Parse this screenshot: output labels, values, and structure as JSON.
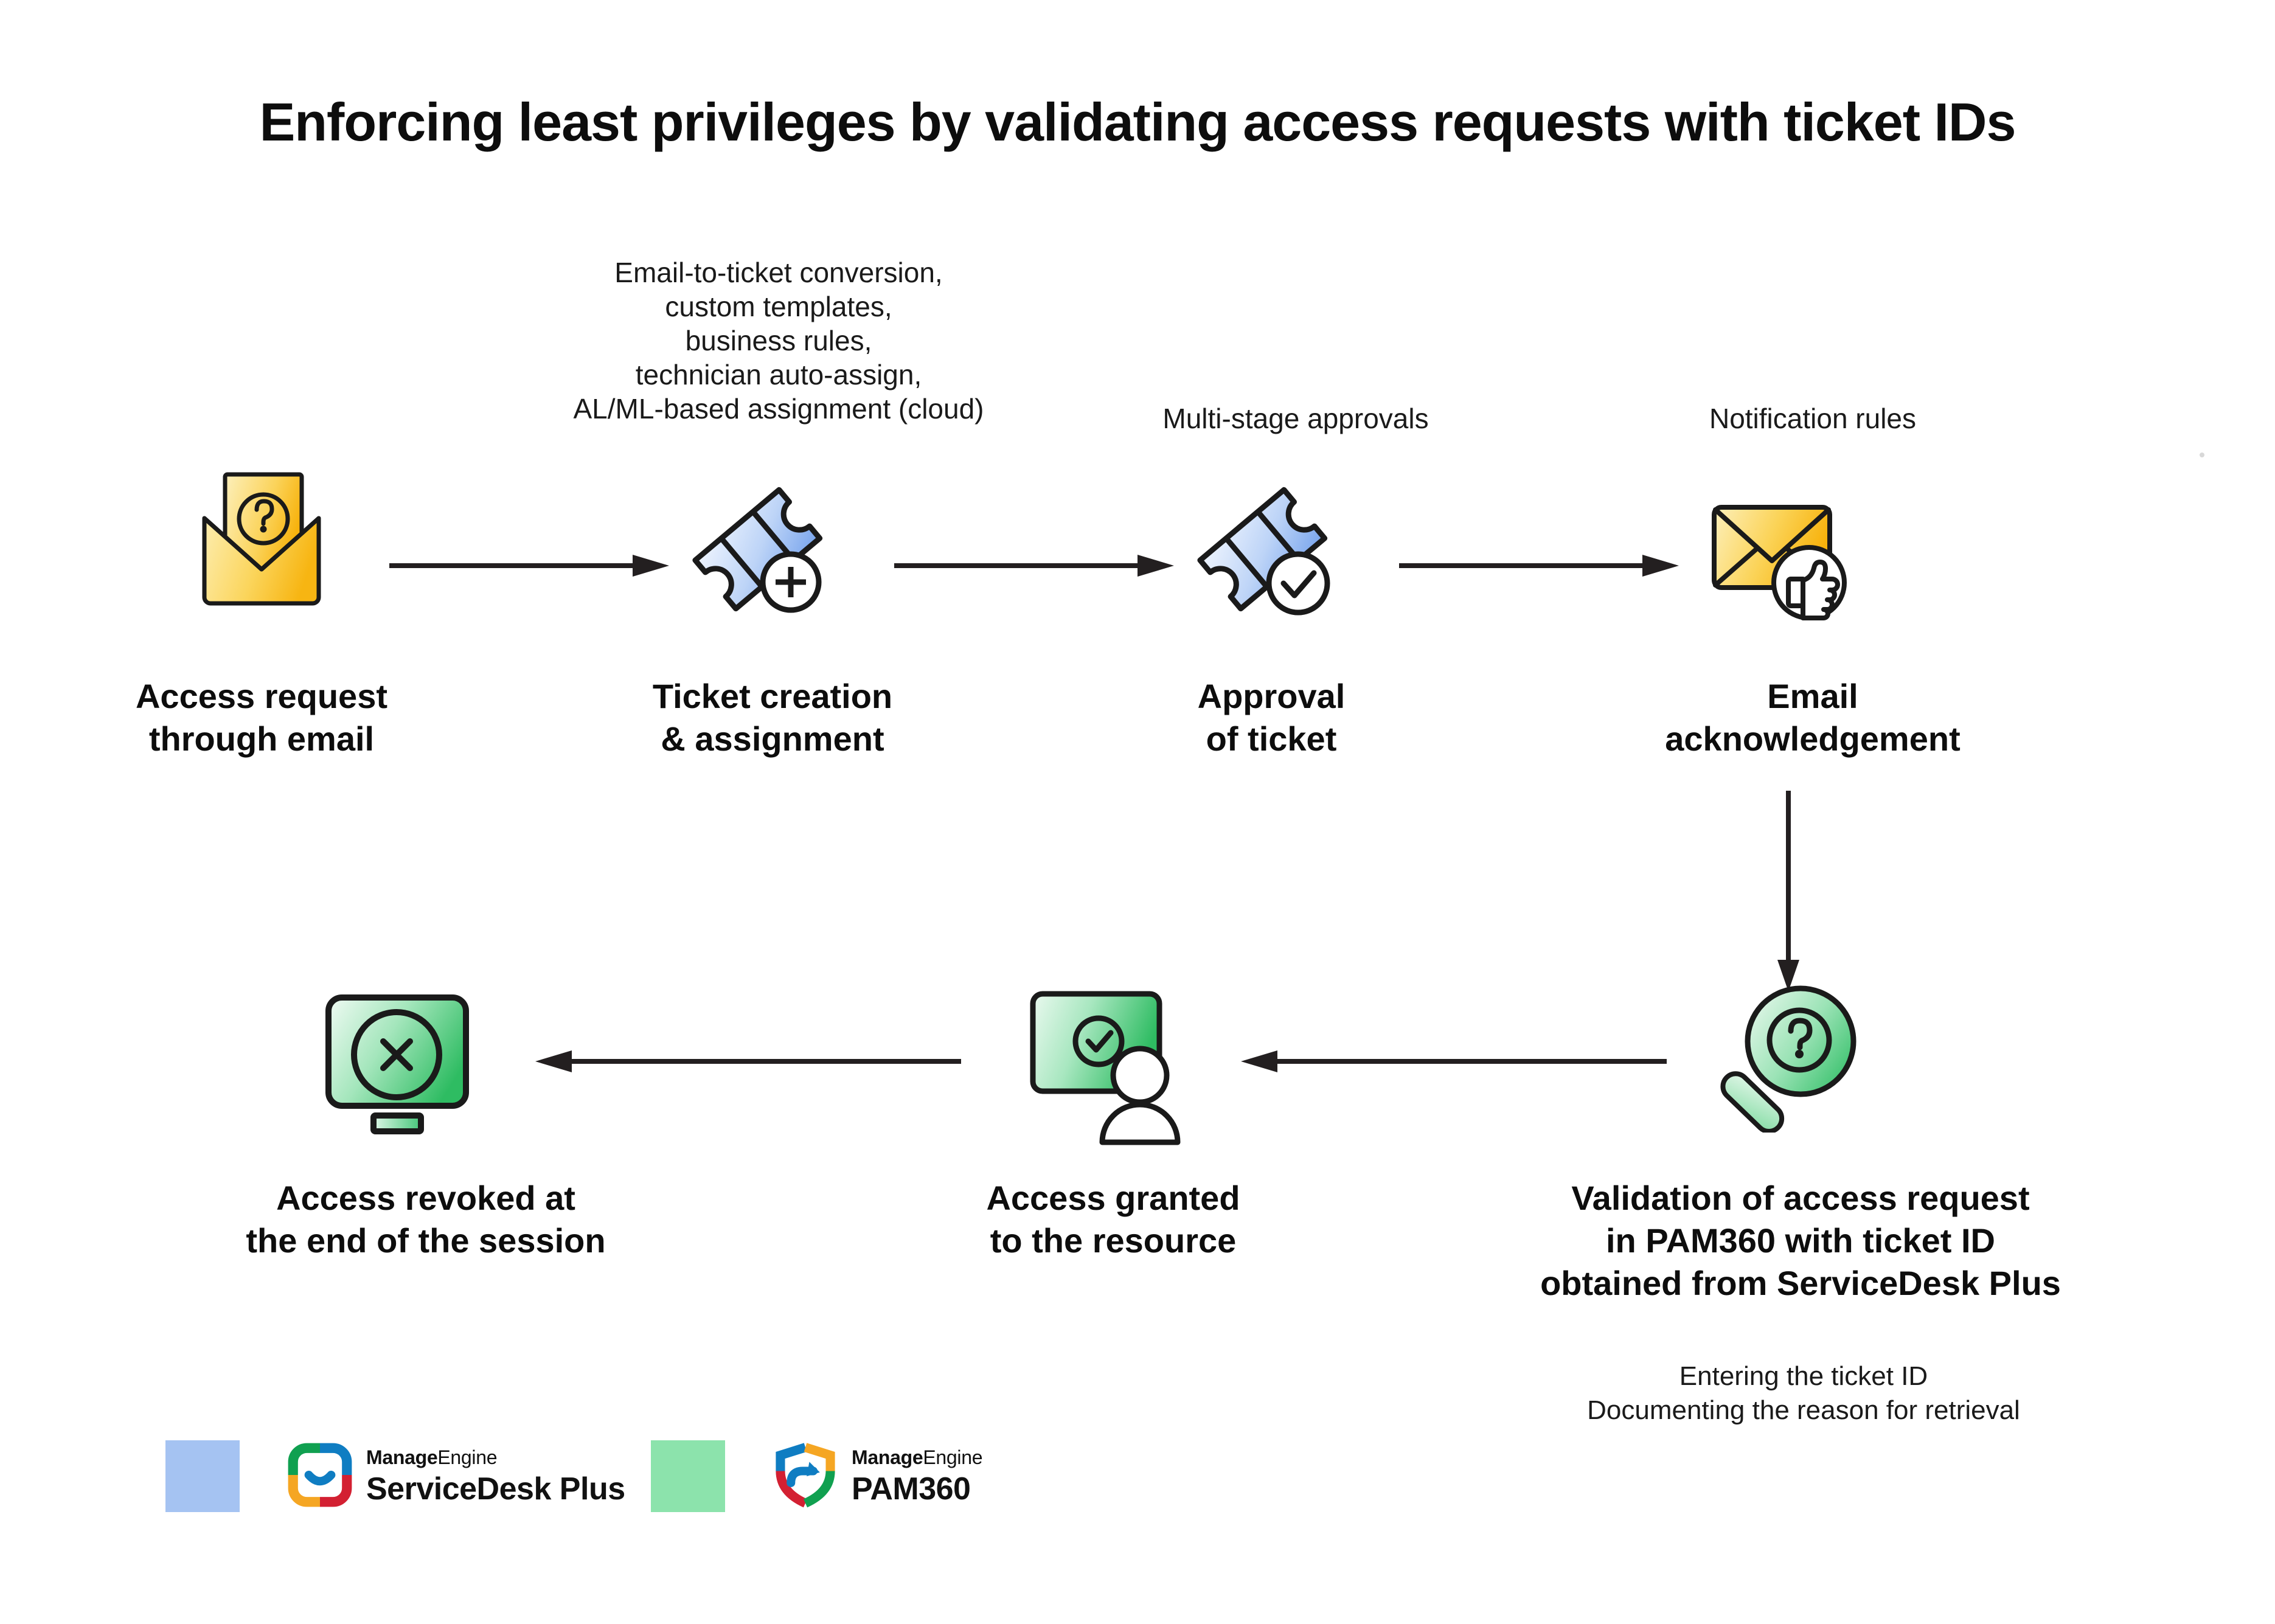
{
  "title": "Enforcing least privileges by validating access requests with ticket IDs",
  "colors": {
    "yellow_light": "#FCE79A",
    "yellow_dark": "#F9BE1B",
    "blue_light": "#DDE9FD",
    "blue_dark": "#7DA9F0",
    "blue_swatch": "#A5C3F2",
    "green_light": "#DFF5E6",
    "green_dark": "#3FBF6B",
    "green_swatch": "#8CE3AC",
    "stroke": "#1A1A1A",
    "brand_blue": "#0F7DC2",
    "brand_green": "#10A050",
    "brand_orange": "#F5A623",
    "brand_red": "#D32032"
  },
  "annotations": {
    "ticket_creation": "Email-to-ticket conversion,\ncustom templates,\nbusiness rules,\ntechnician auto-assign,\nAL/ML-based assignment (cloud)",
    "approval": "Multi-stage approvals",
    "notification": "Notification rules",
    "validation_detail": "Entering the ticket ID\nDocumenting the reason for retrieval"
  },
  "steps": [
    {
      "id": "access-request-email",
      "label": "Access request\nthrough email",
      "icon": "envelope-question-icon"
    },
    {
      "id": "ticket-creation-assignment",
      "label": "Ticket creation\n& assignment",
      "icon": "ticket-plus-icon"
    },
    {
      "id": "approval-of-ticket",
      "label": "Approval\nof ticket",
      "icon": "ticket-check-icon"
    },
    {
      "id": "email-acknowledgement",
      "label": "Email\nacknowledgement",
      "icon": "envelope-thumbsup-icon"
    },
    {
      "id": "validation-pam360",
      "label": "Validation of access request\nin PAM360 with ticket ID\nobtained from ServiceDesk Plus",
      "icon": "magnifier-question-icon"
    },
    {
      "id": "access-granted",
      "label": "Access granted\nto the resource",
      "icon": "screen-check-person-icon"
    },
    {
      "id": "access-revoked",
      "label": "Access revoked at\nthe end of the session",
      "icon": "monitor-cross-icon"
    }
  ],
  "legend": [
    {
      "swatch_color": "#A5C3F2",
      "brand": "ManageEngine",
      "brand_bold": "Manage",
      "brand_light": "Engine",
      "product": "ServiceDesk Plus",
      "mark": "servicedesk-plus-logo"
    },
    {
      "swatch_color": "#8CE3AC",
      "brand": "ManageEngine",
      "brand_bold": "Manage",
      "brand_light": "Engine",
      "product": "PAM360",
      "mark": "pam360-logo"
    }
  ]
}
